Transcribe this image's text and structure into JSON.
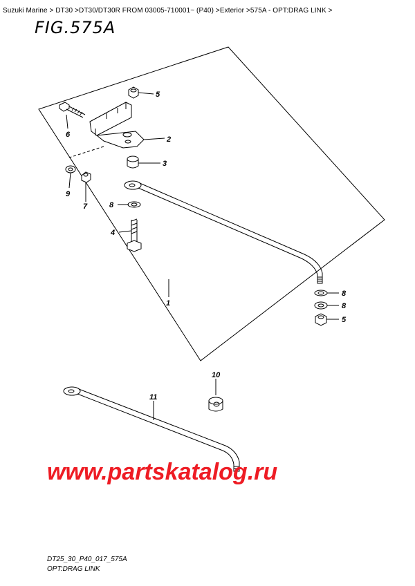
{
  "breadcrumb": "Suzuki Marine > DT30 >DT30/DT30R FROM 03005-710001~ (P40) >Exterior >575A - OPT:DRAG LINK >",
  "figure_title": "FIG.575A",
  "callouts": {
    "p1": "1",
    "p2": "2",
    "p3": "3",
    "p4": "4",
    "p5a": "5",
    "p5b": "5",
    "p6": "6",
    "p7": "7",
    "p8a": "8",
    "p8b": "8",
    "p8c": "8",
    "p9": "9",
    "p10": "10",
    "p11": "11"
  },
  "watermark": "www.partskatalog.ru",
  "drawing_code": "DT25_30_P40_017_575A",
  "caption": "OPT:DRAG LINK",
  "colors": {
    "watermark": "#ee1c24",
    "line": "#000000"
  }
}
